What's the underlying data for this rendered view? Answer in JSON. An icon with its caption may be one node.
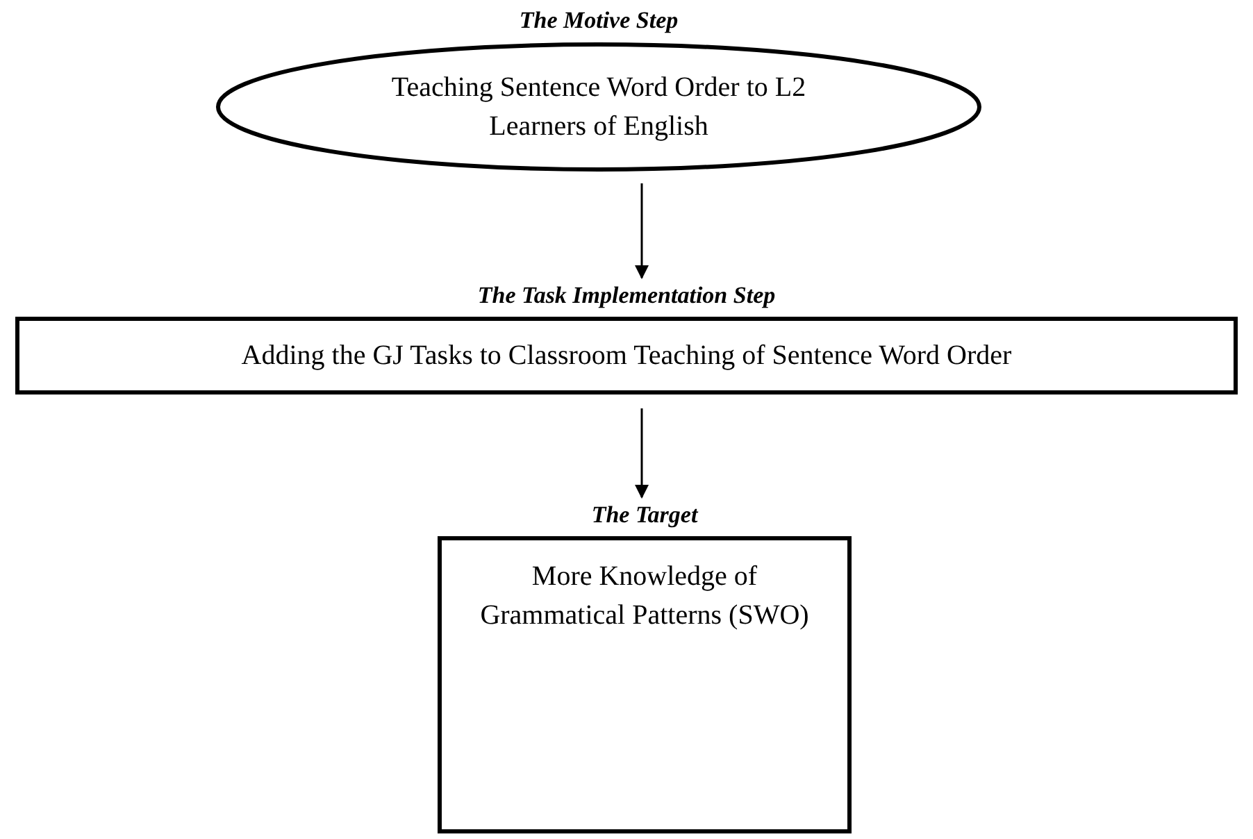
{
  "diagram": {
    "nodes": [
      {
        "text": [
          "The Motive Step",
          "Teaching Sentence Word Order to L2 Learners of English"
        ]
      },
      {
        "text": [
          "The Task Implementation Step",
          "Adding the GJ Tasks to Classroom Teaching of Sentence Word Order"
        ]
      },
      {
        "text": [
          "The Target",
          "More Knowledge of Grammatical Patterns (SWO)"
        ]
      }
    ],
    "edges": [
      {
        "from": 0,
        "to": 1,
        "arrow": "to"
      },
      {
        "from": 1,
        "to": 2,
        "arrow": "to"
      }
    ]
  }
}
